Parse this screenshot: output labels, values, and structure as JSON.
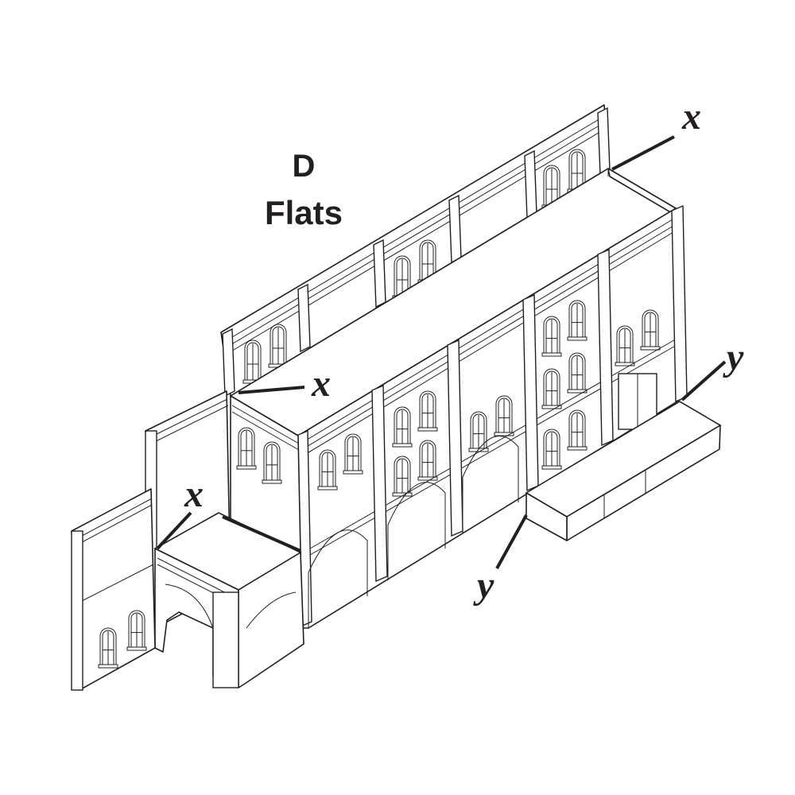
{
  "diagram": {
    "title_line1": "D",
    "title_line2": "Flats",
    "callouts": [
      {
        "id": "x-top-right",
        "letter": "x"
      },
      {
        "id": "x-middle",
        "letter": "x"
      },
      {
        "id": "x-left",
        "letter": "x"
      },
      {
        "id": "y-right",
        "letter": "y"
      },
      {
        "id": "y-bottom",
        "letter": "y"
      }
    ]
  }
}
